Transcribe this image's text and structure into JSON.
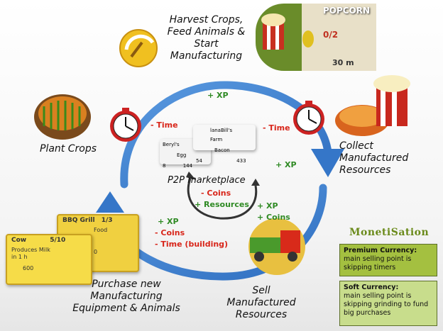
{
  "colors": {
    "arrow_blue": "#3d7fd0",
    "red_text": "#d8261a",
    "green_text": "#2f8a24",
    "panel1_bg": "#a4c040",
    "panel2_bg": "#c8dd8c"
  },
  "steps": {
    "harvest": "Harvest Crops, Feed Animals & Start Manufacturing",
    "plant": "Plant Crops",
    "collect": "Collect Manufactured Resources",
    "purchase": "Purchase new Manufacturing Equipment & Animals",
    "sell": "Sell Manufactured Resources"
  },
  "effects": {
    "top_xp": "+ XP",
    "time_left": "- Time",
    "time_right": "- Time",
    "right_xp": "+ XP",
    "sell_xp": "+ XP",
    "sell_coins": "+ Coins",
    "purchase_xp": "+ XP",
    "purchase_coins": "- Coins",
    "purchase_time": "- Time (building)"
  },
  "marketplace": {
    "title": "P2P marketplace",
    "coins": "- Coins",
    "resources": "+ Resources",
    "card1_name": "Bacon",
    "card1_seller": "lanaBill's Farm",
    "card1_qty": "54",
    "card1_price": "433",
    "card2_name": "Egg",
    "card2_seller": "Beryl's",
    "card2_qty": "8",
    "card2_price": "144"
  },
  "popcorn_card": {
    "title": "POPCORN",
    "count": "0/2",
    "time": "30 m"
  },
  "cow_card": {
    "title": "Cow",
    "count": "5/10",
    "desc": "Produces Milk in 1 h",
    "price": "600"
  },
  "grill_card": {
    "title": "BBQ Grill",
    "count": "1/3",
    "desc": "Food",
    "price": "0"
  },
  "monetisation": {
    "title": "MonetiSation",
    "premium_title": "Premium Currency:",
    "premium_text": "main selling point is skipping timers",
    "soft_title": "Soft Currency:",
    "soft_text": "main selling point is skipping grinding to fund big purchases"
  }
}
